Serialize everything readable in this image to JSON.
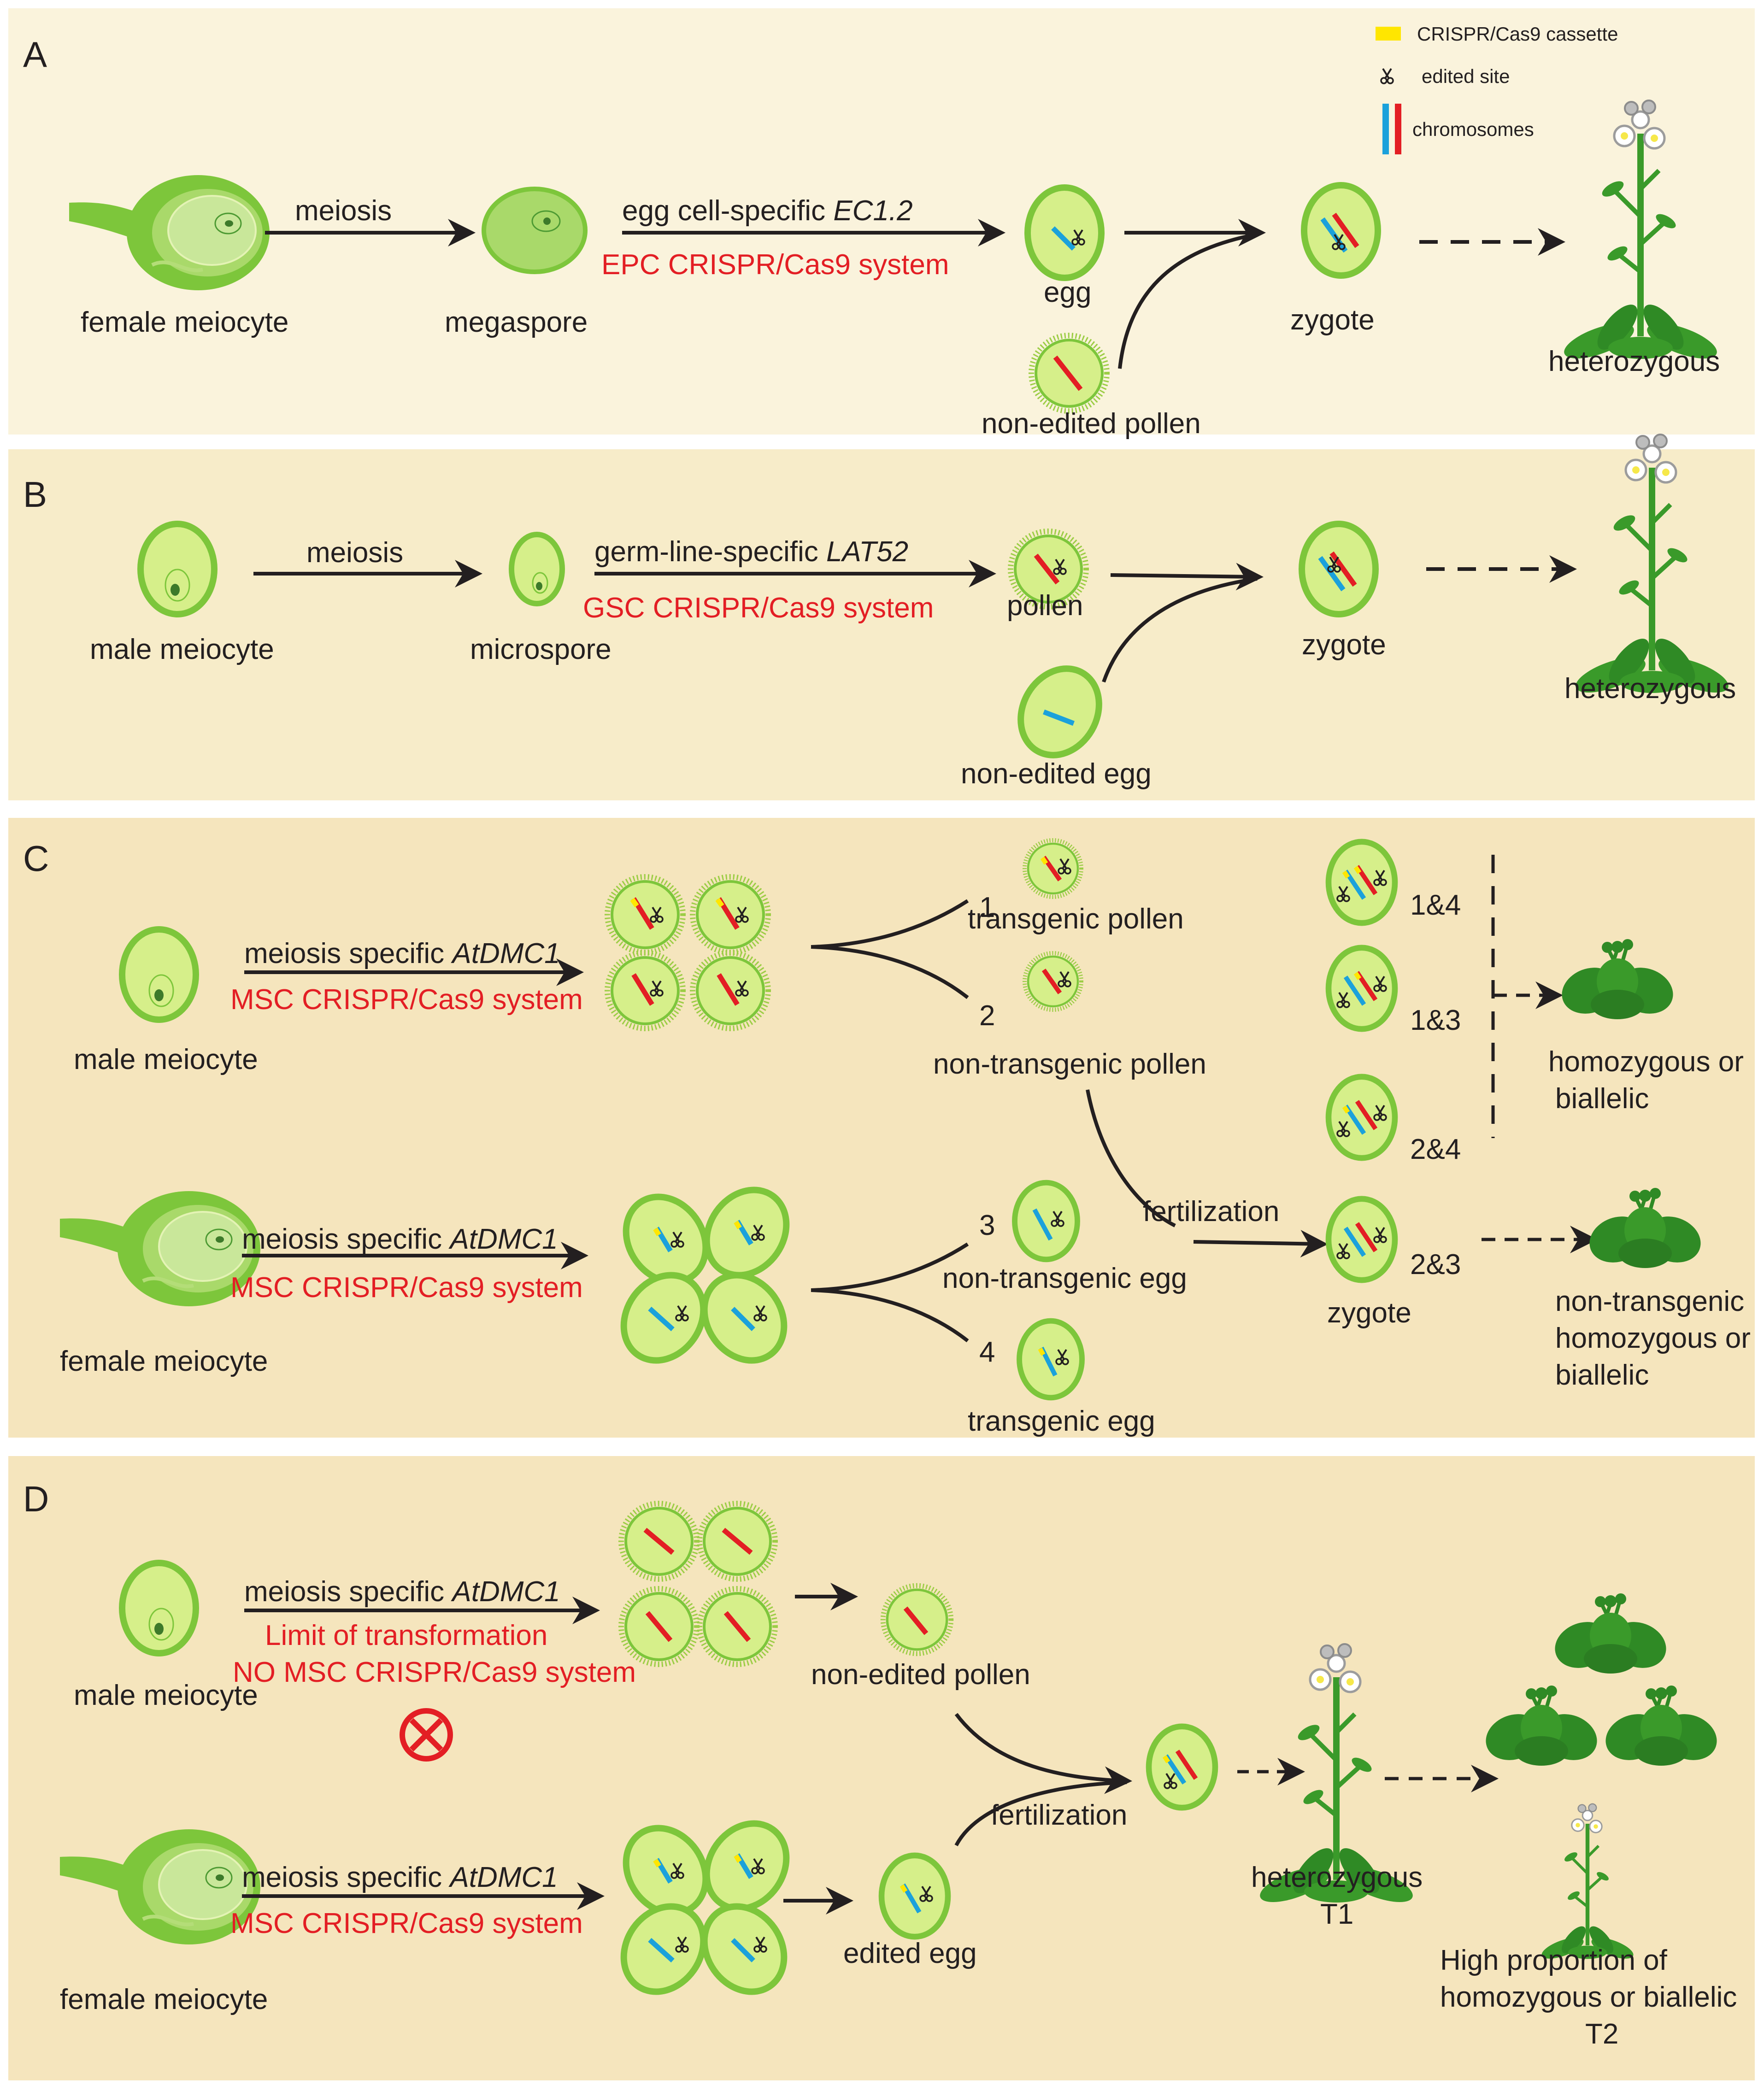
{
  "legend": {
    "cassette": "CRISPR/Cas9 cassette",
    "edited_site": "edited site",
    "chromosomes": "chromosomes"
  },
  "colors": {
    "panel_a_bg": "#faf3dc",
    "panel_b_bg": "#f7ecc9",
    "panel_cd_bg": "#f5e5bd",
    "cell_fill": "#d6ef8a",
    "cell_border": "#7dc63b",
    "chrom_red": "#e31e24",
    "chrom_blue": "#1ba1db",
    "cassette_yellow": "#ffe600",
    "promoter_text": "#e31e24",
    "plant_green": "#3a9a2a"
  },
  "panelA": {
    "letter": "A",
    "female_meiocyte": "female meiocyte",
    "meiosis": "meiosis",
    "megaspore": "megaspore",
    "promoter_prefix": "egg cell-specific ",
    "promoter_italic": "EC1.2",
    "system": "EPC CRISPR/Cas9 system",
    "egg": "egg",
    "non_edited_pollen": "non-edited pollen",
    "zygote": "zygote",
    "outcome": "heterozygous"
  },
  "panelB": {
    "letter": "B",
    "male_meiocyte": "male meiocyte",
    "meiosis": "meiosis",
    "microspore": "microspore",
    "promoter_prefix": "germ-line-specific ",
    "promoter_italic": "LAT52",
    "system": "GSC CRISPR/Cas9 system",
    "pollen": "pollen",
    "non_edited_egg": "non-edited egg",
    "zygote": "zygote",
    "outcome": "heterozygous"
  },
  "panelC": {
    "letter": "C",
    "male_meiocyte": "male meiocyte",
    "female_meiocyte": "female meiocyte",
    "promoter_prefix": "meiosis specific ",
    "promoter_italic": "AtDMC1",
    "system": "MSC CRISPR/Cas9 system",
    "num1": "1",
    "num2": "2",
    "num3": "3",
    "num4": "4",
    "transgenic_pollen": "transgenic pollen",
    "non_transgenic_pollen": "non-transgenic pollen",
    "non_transgenic_egg": "non-transgenic egg",
    "transgenic_egg": "transgenic egg",
    "fertilization": "fertilization",
    "zygote": "zygote",
    "combo_14": "1&4",
    "combo_13": "1&3",
    "combo_24": "2&4",
    "combo_23": "2&3",
    "outcome1_line1": "homozygous or",
    "outcome1_line2": "biallelic",
    "outcome2_line1": "non-transgenic",
    "outcome2_line2": "homozygous or",
    "outcome2_line3": "biallelic"
  },
  "panelD": {
    "letter": "D",
    "male_meiocyte": "male meiocyte",
    "female_meiocyte": "female meiocyte",
    "promoter_prefix": "meiosis specific ",
    "promoter_italic": "AtDMC1",
    "limit_line1": "Limit of transformation",
    "limit_line2": "NO MSC CRISPR/Cas9 system",
    "system": "MSC CRISPR/Cas9 system",
    "non_edited_pollen": "non-edited pollen",
    "edited_egg": "edited egg",
    "fertilization": "fertilization",
    "t1_line1": "heterozygous",
    "t1_line2": "T1",
    "t2_line1": "High proportion of",
    "t2_line2": "homozygous or biallelic",
    "t2_line3": "T2"
  }
}
